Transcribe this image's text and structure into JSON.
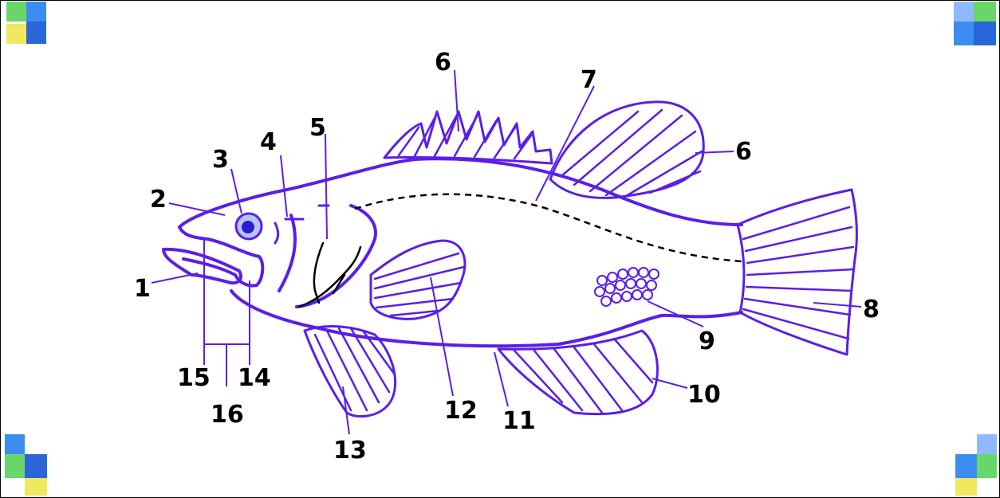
{
  "diagram": {
    "labels": [
      {
        "id": "l1",
        "text": "1"
      },
      {
        "id": "l2",
        "text": "2"
      },
      {
        "id": "l3",
        "text": "3"
      },
      {
        "id": "l4",
        "text": "4"
      },
      {
        "id": "l5",
        "text": "5"
      },
      {
        "id": "l6a",
        "text": "6"
      },
      {
        "id": "l6b",
        "text": "6"
      },
      {
        "id": "l7",
        "text": "7"
      },
      {
        "id": "l8",
        "text": "8"
      },
      {
        "id": "l9",
        "text": "9"
      },
      {
        "id": "l10",
        "text": "10"
      },
      {
        "id": "l11",
        "text": "11"
      },
      {
        "id": "l12",
        "text": "12"
      },
      {
        "id": "l13",
        "text": "13"
      },
      {
        "id": "l14",
        "text": "14"
      },
      {
        "id": "l15",
        "text": "15"
      },
      {
        "id": "l16",
        "text": "16"
      }
    ],
    "colors": {
      "ink": "#5b1ee8",
      "label": "#000000",
      "eye_fill": "#b7c3ff",
      "pupil": "#2a1bd6"
    },
    "corner_tile_colors": [
      "#3c8df0",
      "#6ad66a",
      "#f0e860",
      "#8fb9ff",
      "#2a66d8"
    ]
  }
}
